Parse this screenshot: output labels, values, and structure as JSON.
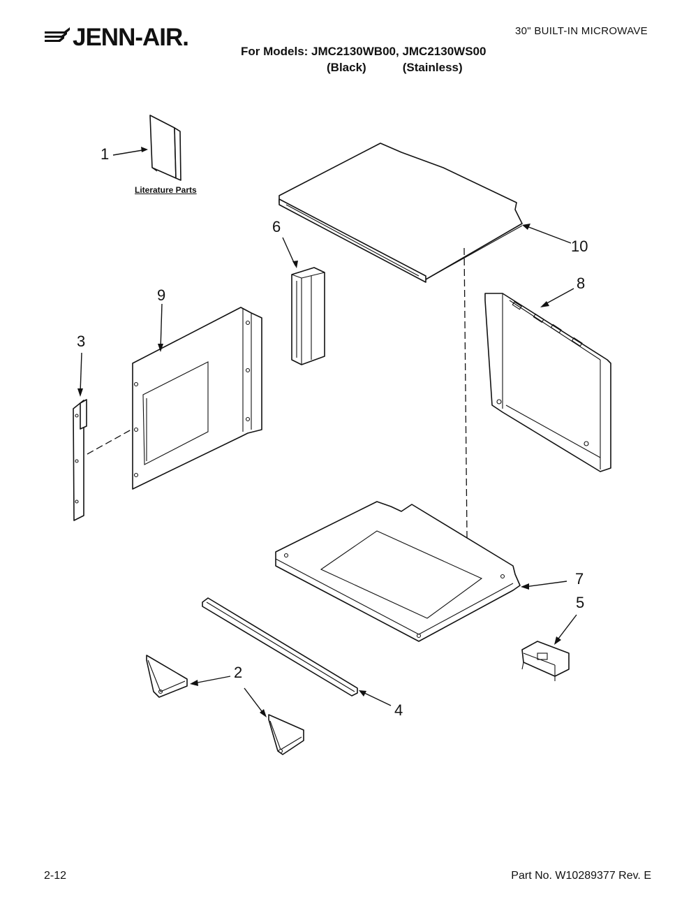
{
  "header": {
    "brand": "JENN-AIR.",
    "title": "30\" BUILT-IN MICROWAVE",
    "models_line": "For Models: JMC2130WB00, JMC2130WS00",
    "finish_black": "(Black)",
    "finish_stainless": "(Stainless)"
  },
  "literature_label": "Literature Parts",
  "callouts": [
    "1",
    "2",
    "3",
    "4",
    "5",
    "6",
    "7",
    "8",
    "9",
    "10"
  ],
  "footer": {
    "page": "2-12",
    "part_number": "Part No. W10289377 Rev. E"
  }
}
